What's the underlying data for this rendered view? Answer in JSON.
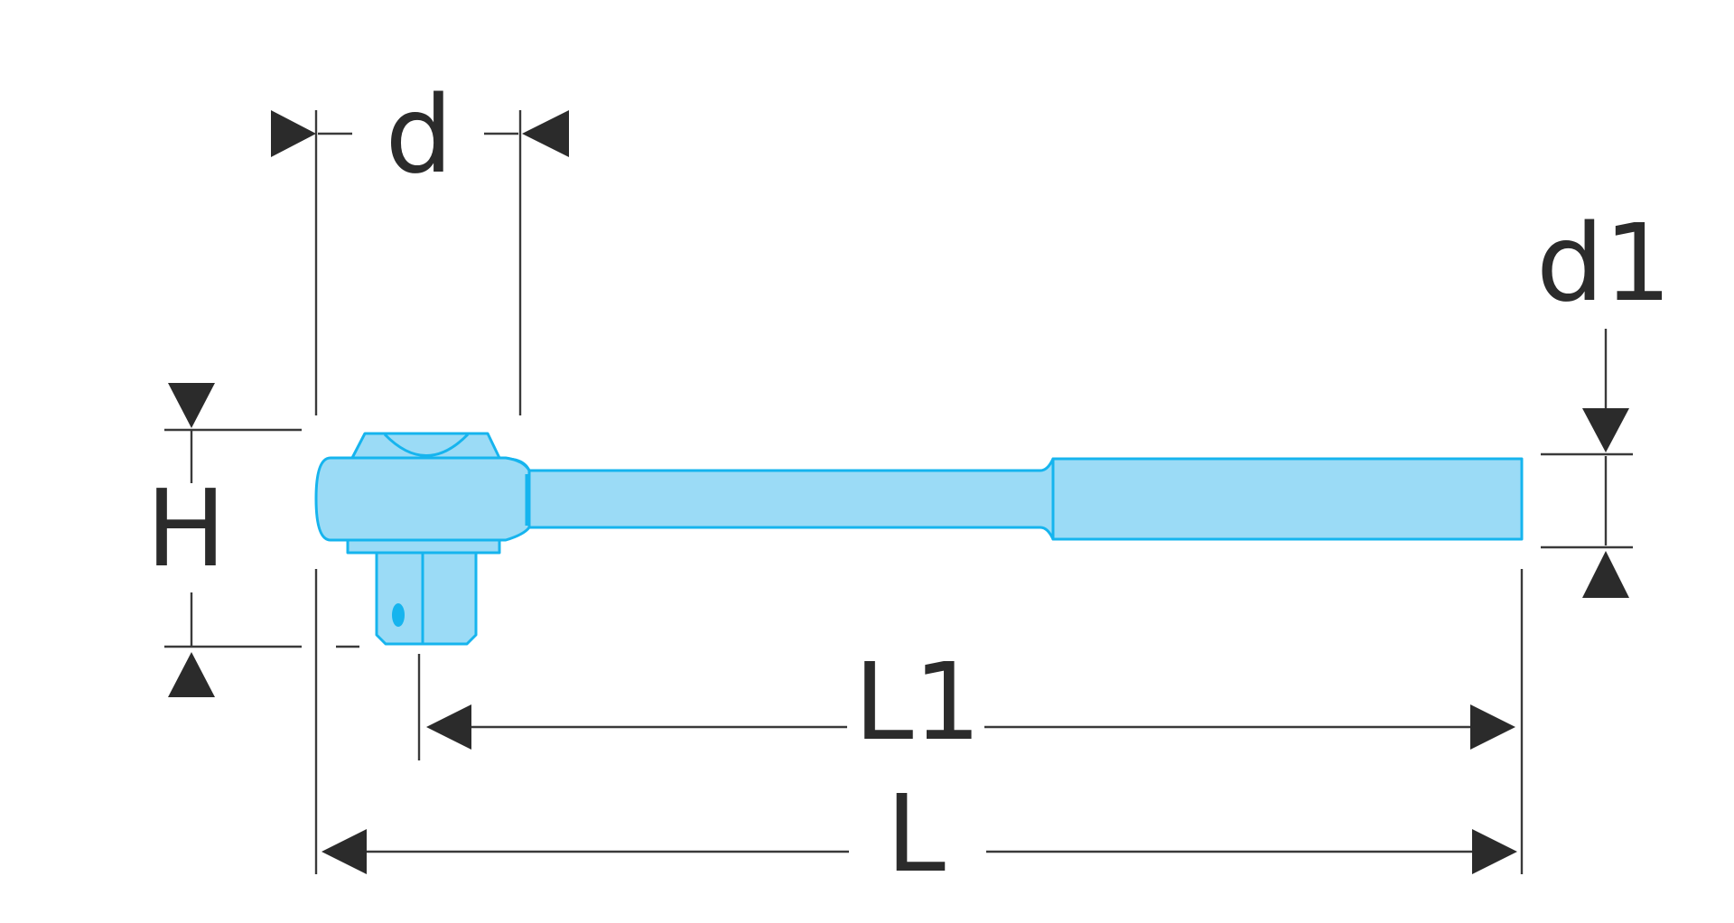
{
  "diagram": {
    "labels": {
      "d": "d",
      "d1": "d1",
      "H": "H",
      "L": "L",
      "L1": "L1"
    },
    "colors": {
      "tool_fill": "#9bdbf6",
      "tool_outline": "#16b4ee",
      "dimension_lines": "#3a3a3a",
      "arrows_and_text": "#2b2b2b",
      "background": "#ffffff"
    },
    "icons": {
      "tool": "ratchet-wrench-icon"
    }
  }
}
